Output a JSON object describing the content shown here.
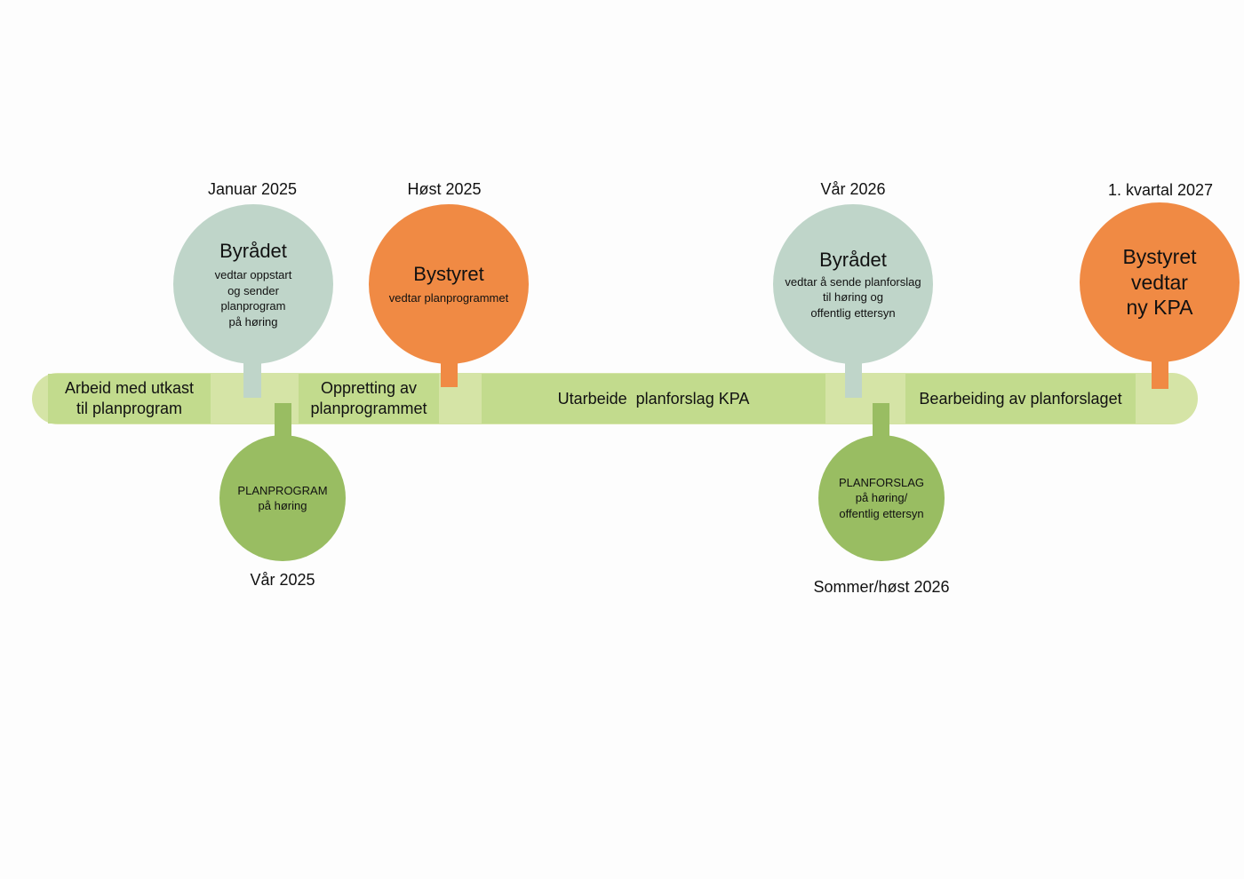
{
  "milestones_above": [
    {
      "date": "Januar 2025",
      "title": "Byrådet",
      "text": "vedtar oppstart\nog sender\nplanprogram\npå høring"
    },
    {
      "date": "Høst 2025",
      "title": "Bystyret",
      "text": "vedtar planprogrammet"
    },
    {
      "date": "Vår 2026",
      "title": "Byrådet",
      "text": "vedtar å sende planforslag\ntil  høring og\noffentlig ettersyn"
    },
    {
      "date": "1. kvartal 2027",
      "title": "Bystyret\nvedtar\nny KPA"
    }
  ],
  "milestones_below": [
    {
      "date": "Vår 2025",
      "text": "PLANPROGRAM\npå høring"
    },
    {
      "date": "Sommer/høst 2026",
      "text": "PLANFORSLAG\npå høring/\noffentlig ettersyn"
    }
  ],
  "phases": [
    "Arbeid med utkast\ntil planprogram",
    "Oppretting av\nplanprogrammet",
    "Utarbeide  planforslag KPA",
    "Bearbeiding av planforslaget"
  ],
  "colors": {
    "bar": "#d5e4a6",
    "phase": "#c2db8d",
    "byradet": "#bfd5c9",
    "bystyret": "#f08a44",
    "hearing": "#99bd62"
  }
}
